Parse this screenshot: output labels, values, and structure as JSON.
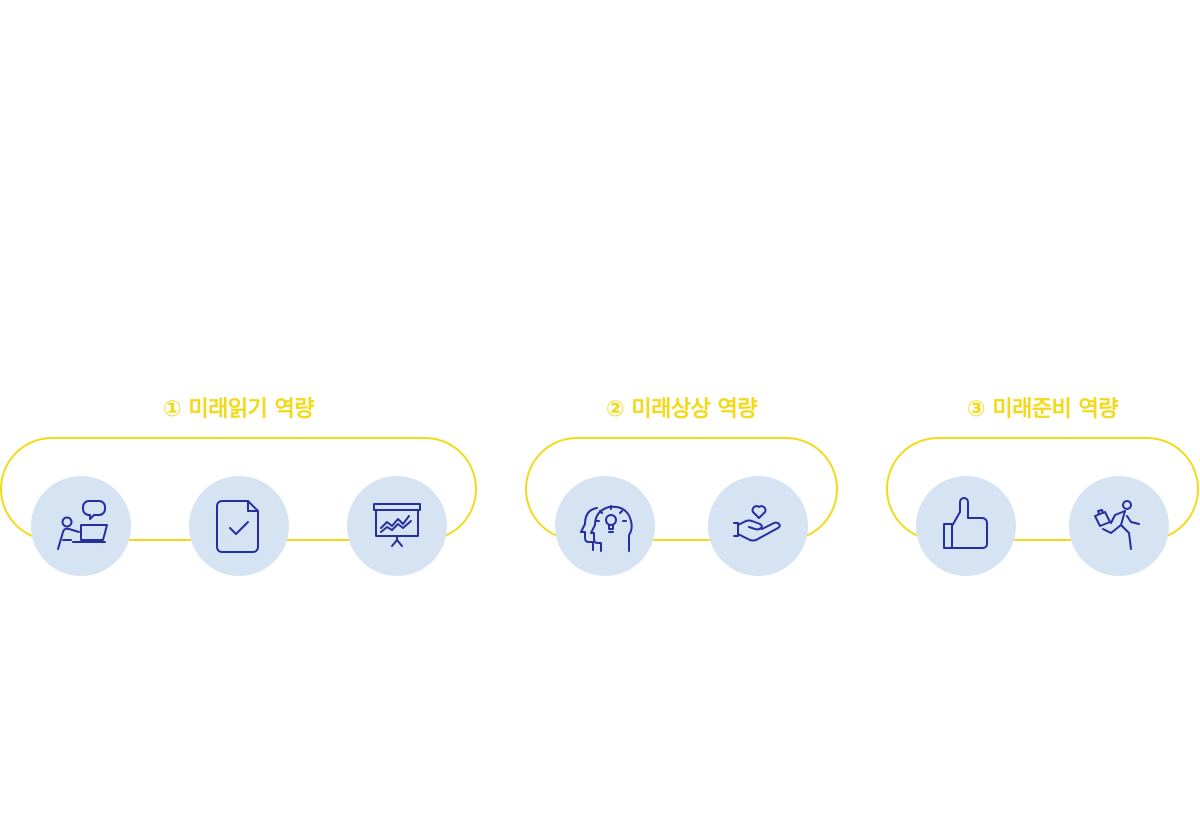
{
  "colors": {
    "accent": "#F2DA1B",
    "circle_bg": "#D6E3F3",
    "icon_stroke": "#2530A0"
  },
  "groups": [
    {
      "title": "① 미래읽기 역량",
      "icons": [
        "person-laptop-speech-icon",
        "document-check-icon",
        "presentation-board-chart-icon"
      ]
    },
    {
      "title": "② 미래상상 역량",
      "icons": [
        "head-lightbulb-icon",
        "hand-heart-icon"
      ]
    },
    {
      "title": "③ 미래준비 역량",
      "icons": [
        "thumbs-up-icon",
        "running-person-briefcase-icon"
      ]
    }
  ]
}
